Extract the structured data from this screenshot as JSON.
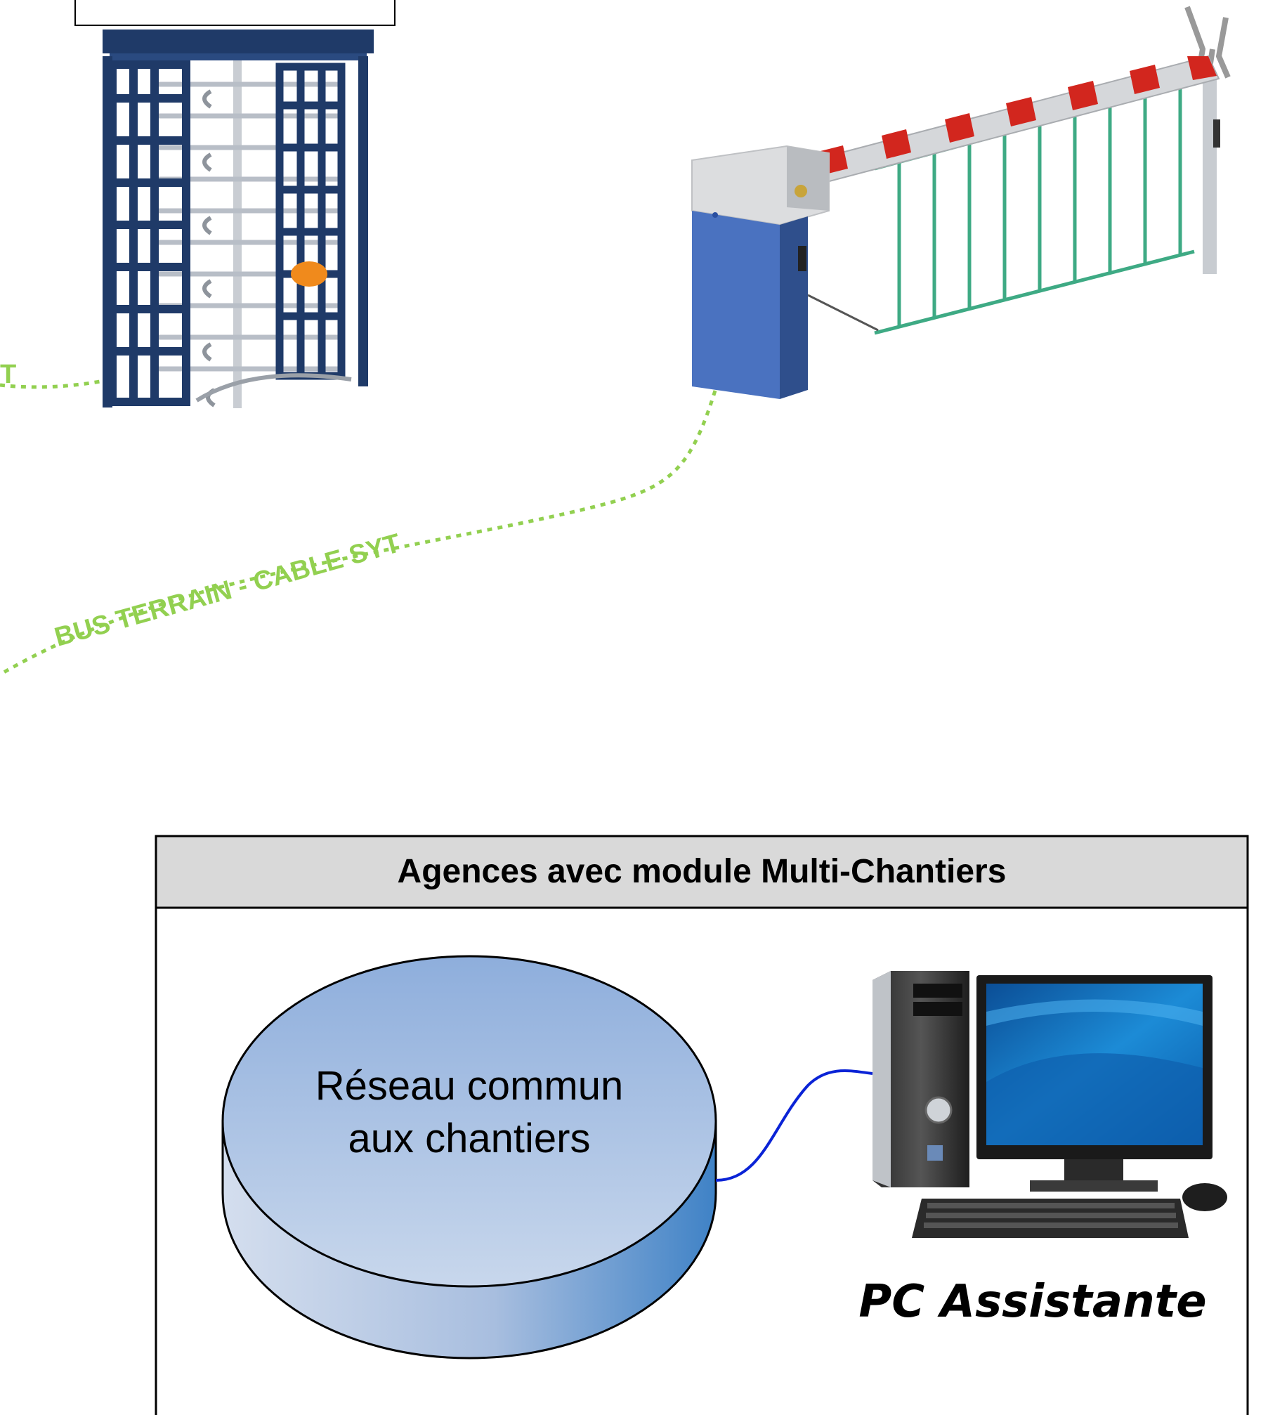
{
  "bus": {
    "label_main": "BUS TERRAIN - CABLE SYT",
    "label_fragment": "T"
  },
  "agency": {
    "title": "Agences avec module Multi-Chantiers",
    "network_line1": "Réseau commun",
    "network_line2": "aux chantiers",
    "pc_label": "PC Assistante"
  },
  "colors": {
    "bus_green": "#92D050",
    "link_blue": "#0A23D6",
    "navy": "#1F3A68",
    "barrier_blue": "#4A72C0",
    "panel_header": "#D9D9D9"
  },
  "icons": [
    "turnstile-icon",
    "barrier-gate-icon",
    "database-cylinder-icon",
    "desktop-computer-icon"
  ]
}
